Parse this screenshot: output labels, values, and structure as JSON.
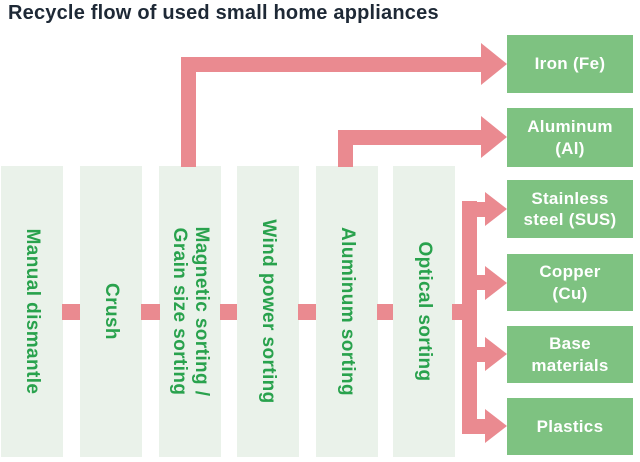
{
  "title": "Recycle flow of used small home appliances",
  "process_steps": [
    {
      "label": "Manual dismantle"
    },
    {
      "label": "Crush"
    },
    {
      "label": "Magnetic sorting /\nGrain size sorting"
    },
    {
      "label": "Wind power sorting"
    },
    {
      "label": "Aluminum sorting"
    },
    {
      "label": "Optical sorting"
    }
  ],
  "outputs": [
    {
      "label": "Iron (Fe)"
    },
    {
      "label": "Aluminum\n(Al)"
    },
    {
      "label": "Stainless\nsteel (SUS)"
    },
    {
      "label": "Copper\n(Cu)"
    },
    {
      "label": "Base\nmaterials"
    },
    {
      "label": "Plastics"
    }
  ],
  "flows": [
    {
      "from": "Magnetic sorting / Grain size sorting",
      "to": "Iron (Fe)"
    },
    {
      "from": "Aluminum sorting",
      "to": "Aluminum (Al)"
    },
    {
      "from": "Optical sorting",
      "to": "Stainless steel (SUS)"
    },
    {
      "from": "Optical sorting",
      "to": "Copper (Cu)"
    },
    {
      "from": "Optical sorting",
      "to": "Base materials"
    },
    {
      "from": "Optical sorting",
      "to": "Plastics"
    }
  ],
  "colors": {
    "arrow_pink": "#ea8a90",
    "output_green": "#7ec281",
    "column_bg": "#eaf2ea",
    "step_text_green": "#29a24d",
    "title_color": "#1e2936"
  }
}
